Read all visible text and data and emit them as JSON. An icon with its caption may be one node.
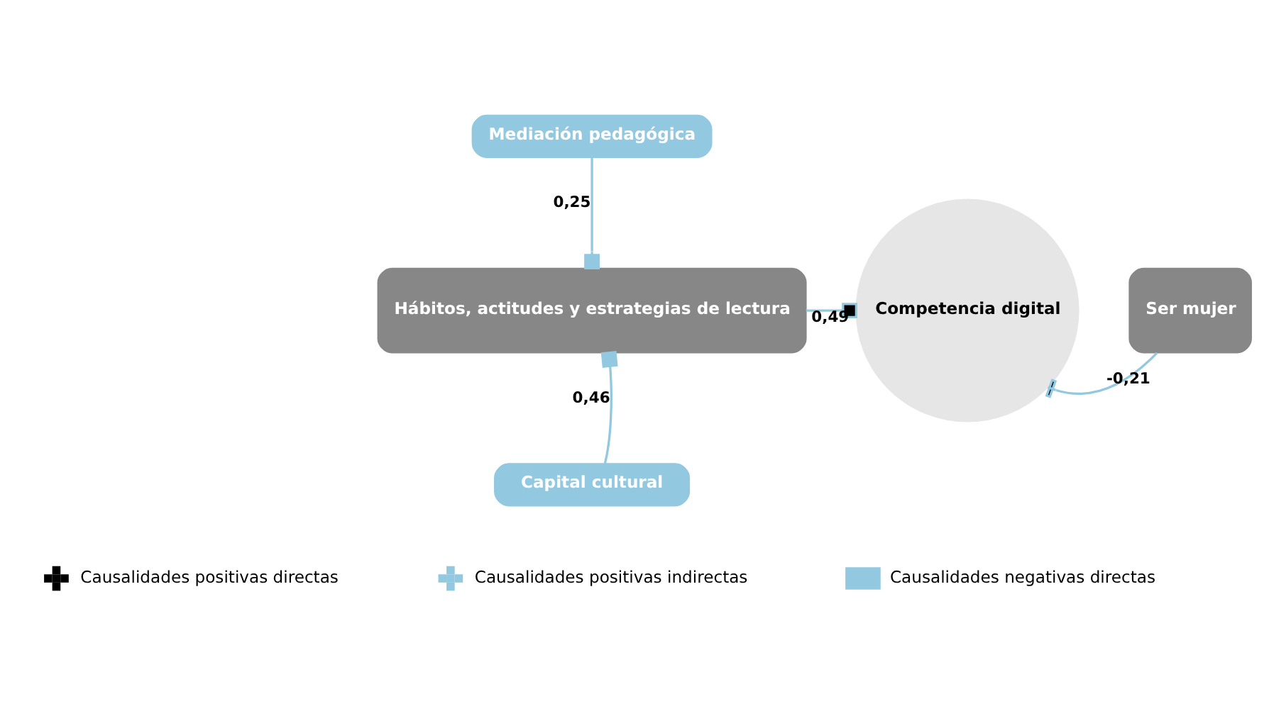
{
  "diagram": {
    "nodes": [
      {
        "text": [
          "Mediación pedagógica"
        ]
      },
      {
        "text": [
          "Hábitos, actitudes y estrategias de lectura"
        ]
      },
      {
        "text": [
          "Capital cultural"
        ]
      },
      {
        "text": [
          "Competencia digital"
        ]
      },
      {
        "text": [
          "Ser mujer"
        ]
      }
    ],
    "edges": [
      {
        "from": 0,
        "to": 1,
        "arrow": "other",
        "label": "0,25"
      },
      {
        "from": 2,
        "to": 1,
        "arrow": "other",
        "label": "0,46"
      },
      {
        "from": 1,
        "to": 3,
        "arrow": "other",
        "label": "0,49"
      },
      {
        "from": 4,
        "to": 3,
        "arrow": "other",
        "label": "-0,21"
      }
    ],
    "legend": [
      {
        "text": "Causalidades positivas directas"
      },
      {
        "text": "Causalidades positivas indirectas"
      },
      {
        "text": "Causalidades negativas directas",
        "color": "#92c8e0"
      }
    ]
  }
}
